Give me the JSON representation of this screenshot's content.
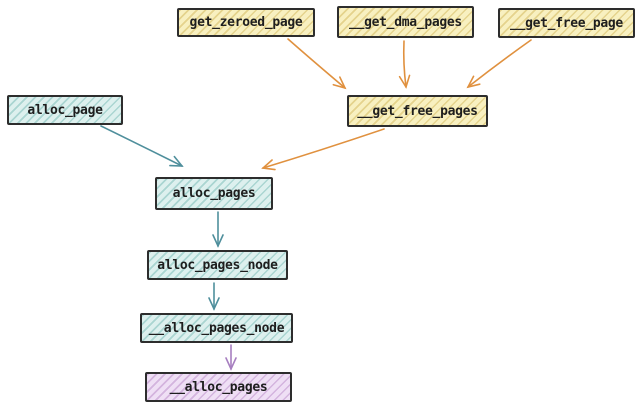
{
  "diagram": {
    "nodes": [
      {
        "id": "get_zeroed_page",
        "label": "get_zeroed_page",
        "group": "yellow"
      },
      {
        "id": "__get_dma_pages",
        "label": "__get_dma_pages",
        "group": "yellow"
      },
      {
        "id": "__get_free_page",
        "label": "__get_free_page",
        "group": "yellow"
      },
      {
        "id": "__get_free_pages",
        "label": "__get_free_pages",
        "group": "yellow"
      },
      {
        "id": "alloc_page",
        "label": "alloc_page",
        "group": "teal"
      },
      {
        "id": "alloc_pages",
        "label": "alloc_pages",
        "group": "teal"
      },
      {
        "id": "alloc_pages_node",
        "label": "alloc_pages_node",
        "group": "teal"
      },
      {
        "id": "__alloc_pages_node",
        "label": "__alloc_pages_node",
        "group": "teal"
      },
      {
        "id": "__alloc_pages",
        "label": "__alloc_pages",
        "group": "purple"
      }
    ],
    "edges": [
      {
        "from": "get_zeroed_page",
        "to": "__get_free_pages",
        "color": "orange"
      },
      {
        "from": "__get_dma_pages",
        "to": "__get_free_pages",
        "color": "orange"
      },
      {
        "from": "__get_free_page",
        "to": "__get_free_pages",
        "color": "orange"
      },
      {
        "from": "__get_free_pages",
        "to": "alloc_pages",
        "color": "orange"
      },
      {
        "from": "alloc_page",
        "to": "alloc_pages",
        "color": "teal"
      },
      {
        "from": "alloc_pages",
        "to": "alloc_pages_node",
        "color": "teal"
      },
      {
        "from": "alloc_pages_node",
        "to": "__alloc_pages_node",
        "color": "teal"
      },
      {
        "from": "__alloc_pages_node",
        "to": "__alloc_pages",
        "color": "purple"
      }
    ],
    "colors": {
      "node_yellow_bg": "#f8f0c0",
      "node_teal_bg": "#ddf0ee",
      "node_purple_bg": "#efdff5",
      "arrow_orange": "#e0913f",
      "arrow_teal": "#4f8f9c",
      "arrow_purple": "#a77fc0",
      "node_border": "#2d2d2d",
      "text": "#1e1e1e"
    }
  }
}
